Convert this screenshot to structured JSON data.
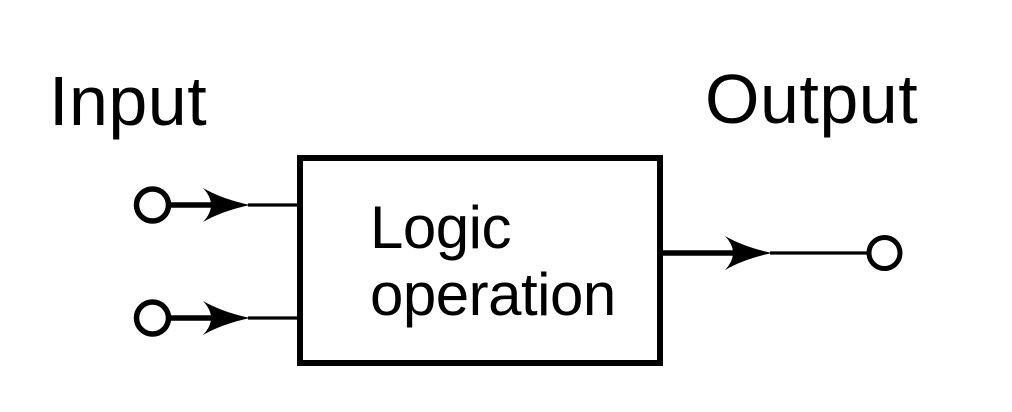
{
  "diagram": {
    "input_label": "Input",
    "output_label": "Output",
    "box_label": "Logic operation",
    "box_label_lines": [
      "Logic",
      "operation"
    ],
    "input_terminals": 2,
    "output_terminals": 1,
    "colors": {
      "stroke": "#000000",
      "background": "#ffffff"
    }
  }
}
